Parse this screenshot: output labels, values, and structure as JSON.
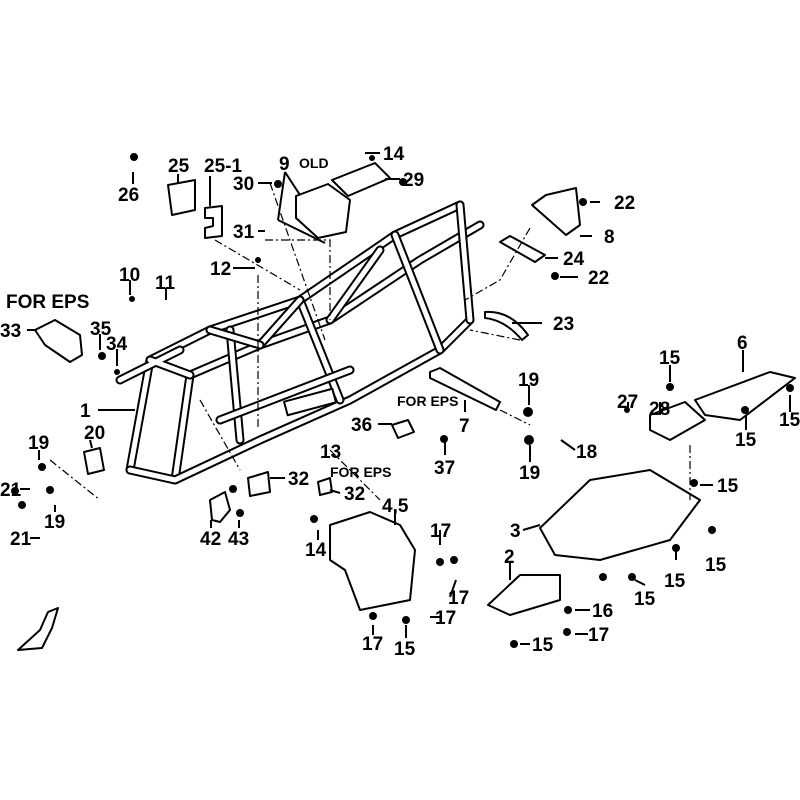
{
  "diagram": {
    "variant_notes": {
      "old": "OLD",
      "for_eps": "FOR EPS"
    },
    "callouts": [
      "25",
      "26",
      "25-1",
      "9",
      "30",
      "14",
      "29",
      "22",
      "8",
      "24",
      "22",
      "31",
      "12",
      "10",
      "11",
      "33",
      "35",
      "34",
      "23",
      "6",
      "15",
      "1",
      "19",
      "36",
      "7",
      "27",
      "28",
      "15",
      "18",
      "13",
      "20",
      "19",
      "21",
      "32",
      "32",
      "15",
      "19",
      "15",
      "37",
      "42",
      "43",
      "4,5",
      "3",
      "17",
      "21",
      "19",
      "14",
      "2",
      "15",
      "15",
      "15",
      "17",
      "16",
      "17",
      "17",
      "17",
      "15",
      "15"
    ]
  }
}
